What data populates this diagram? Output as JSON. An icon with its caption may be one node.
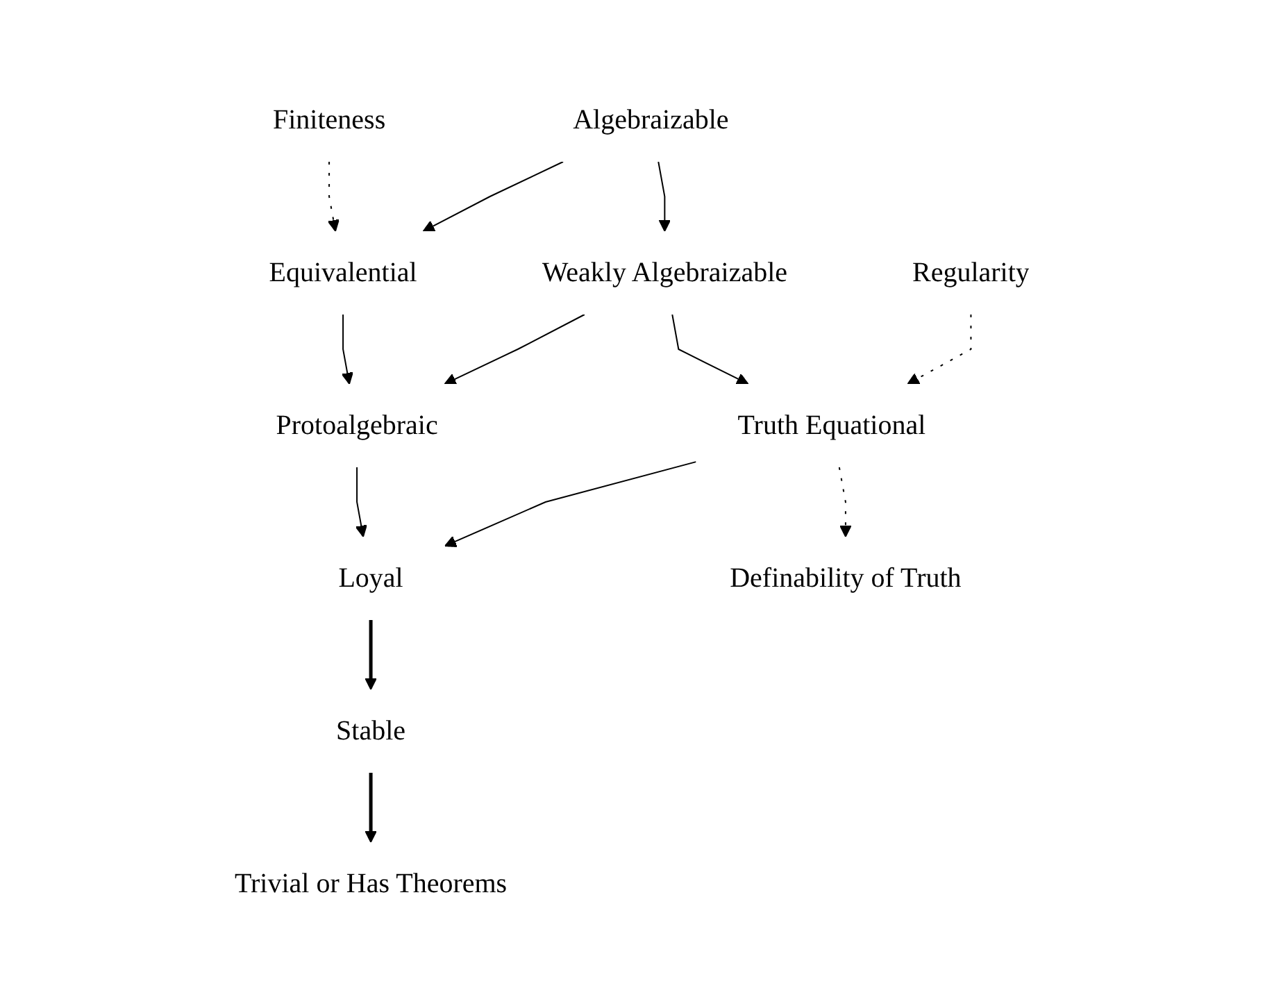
{
  "diagram": {
    "nodes": [
      {
        "text": [
          "Finiteness"
        ]
      },
      {
        "text": [
          "Algebraizable"
        ]
      },
      {
        "text": [
          "Equivalential"
        ]
      },
      {
        "text": [
          "Weakly Algebraizable"
        ]
      },
      {
        "text": [
          "Regularity"
        ]
      },
      {
        "text": [
          "Protoalgebraic"
        ]
      },
      {
        "text": [
          "Truth Equational"
        ]
      },
      {
        "text": [
          "Loyal"
        ]
      },
      {
        "text": [
          "Definability of Truth"
        ]
      },
      {
        "text": [
          "Stable"
        ]
      },
      {
        "text": [
          "Trivial or Has Theorems"
        ]
      }
    ],
    "edges": [
      {
        "from": 0,
        "to": 2,
        "arrow": "to",
        "style": "dashed"
      },
      {
        "from": 1,
        "to": 2,
        "arrow": "to"
      },
      {
        "from": 1,
        "to": 3,
        "arrow": "to"
      },
      {
        "from": 2,
        "to": 5,
        "arrow": "to"
      },
      {
        "from": 3,
        "to": 5,
        "arrow": "to"
      },
      {
        "from": 3,
        "to": 6,
        "arrow": "to"
      },
      {
        "from": 4,
        "to": 6,
        "arrow": "to",
        "style": "dashed"
      },
      {
        "from": 5,
        "to": 7,
        "arrow": "to"
      },
      {
        "from": 6,
        "to": 7,
        "arrow": "to"
      },
      {
        "from": 6,
        "to": 8,
        "arrow": "to",
        "style": "dashed"
      },
      {
        "from": 7,
        "to": 9,
        "arrow": "to",
        "style": "thick"
      },
      {
        "from": 9,
        "to": 10,
        "arrow": "to",
        "style": "thick"
      }
    ]
  }
}
